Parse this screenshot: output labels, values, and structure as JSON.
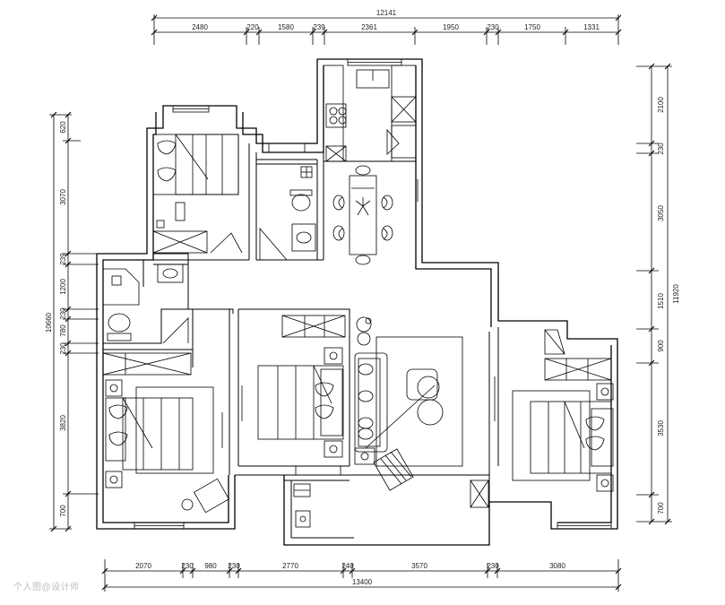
{
  "dimensions": {
    "top_total": "12141",
    "top_segments": [
      "2480",
      "220",
      "1580",
      "239",
      "2361",
      "1950",
      "230",
      "1750",
      "1331"
    ],
    "bottom_segments": [
      "2070",
      "230",
      "980",
      "230",
      "2770",
      "240",
      "3570",
      "230",
      "3080"
    ],
    "bottom_total": "13400",
    "left_total": "10660",
    "left_segments": [
      "620",
      "3070",
      "239",
      "1200",
      "230",
      "780",
      "230",
      "3820",
      "700"
    ],
    "right_total": "11920",
    "right_segments": [
      "2100",
      "230",
      "3050",
      "1510",
      "900",
      "3530",
      "700"
    ]
  },
  "watermark": "个人图@设计师"
}
